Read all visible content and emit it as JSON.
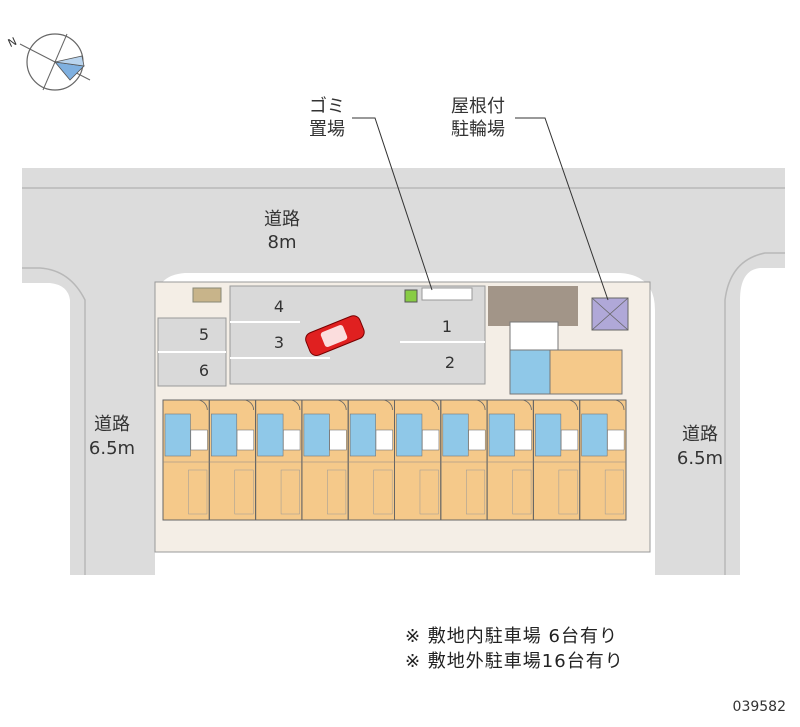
{
  "colors": {
    "road": "#dcdcdc",
    "road_edge": "#b8b8b8",
    "site": "#f4eee6",
    "parking": "#d9d9d9",
    "unit_floor": "#f5c98a",
    "unit_wet": "#8fc8e8",
    "car": "#e02020",
    "bike_roof": "#b0a8d8",
    "garbage": "#88cc44"
  },
  "compass": {
    "icon": "compass-north-arrow-icon",
    "label": "N"
  },
  "roads": {
    "top": {
      "name": "道路",
      "width": "8m"
    },
    "left": {
      "name": "道路",
      "width": "6.5m"
    },
    "right": {
      "name": "道路",
      "width": "6.5m"
    }
  },
  "callouts": {
    "garbage": {
      "line1": "ゴミ",
      "line2": "置場"
    },
    "bike": {
      "line1": "屋根付",
      "line2": "駐輪場"
    }
  },
  "parking_spaces": [
    "1",
    "2",
    "3",
    "4",
    "5",
    "6"
  ],
  "apartment": {
    "unit_count": 10
  },
  "notes": [
    "※ 敷地内駐車場 6台有り",
    "※ 敷地外駐車場16台有り"
  ],
  "property_code": "039582"
}
